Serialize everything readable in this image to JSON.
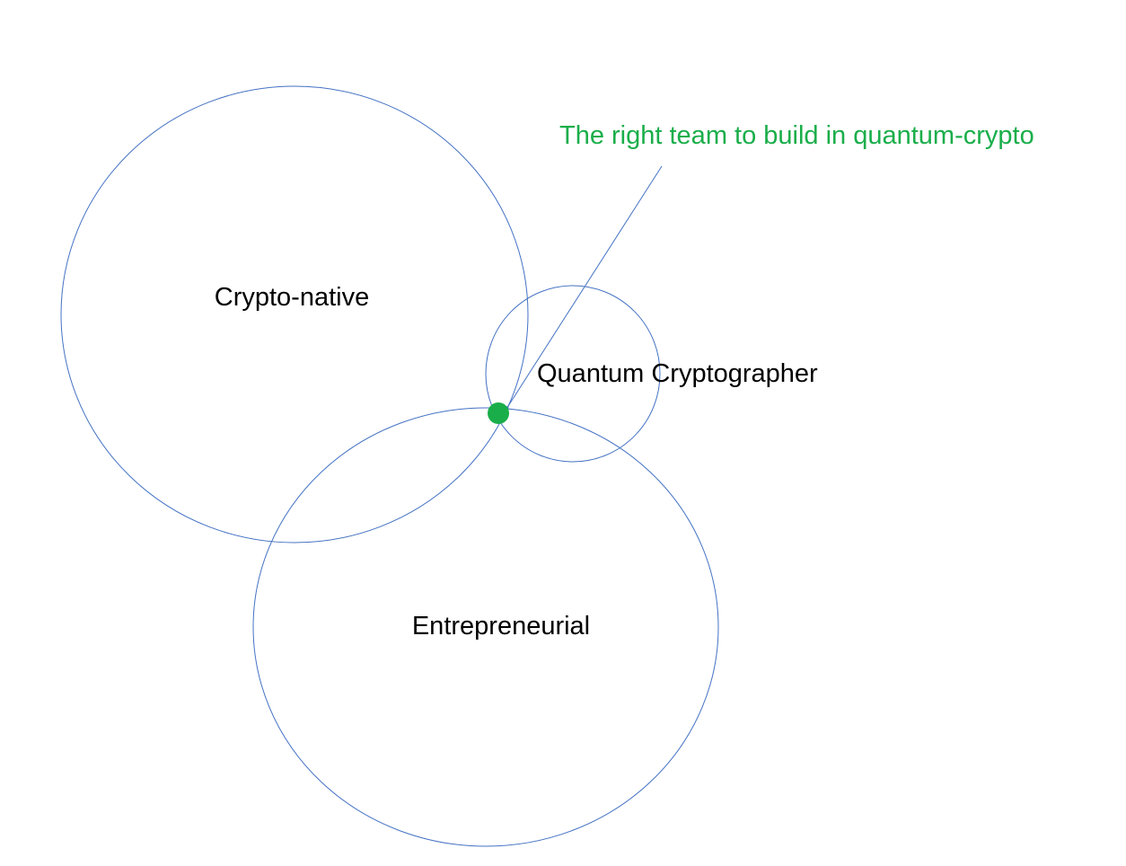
{
  "colors": {
    "circle_stroke": "#4472C4",
    "highlight": "#1AAE4A",
    "label_text": "#000000"
  },
  "circles": [
    {
      "key": "crypto_native",
      "label": "Crypto-native"
    },
    {
      "key": "quantum_cryptographer",
      "label": "Quantum Cryptographer"
    },
    {
      "key": "entrepreneurial",
      "label": "Entrepreneurial"
    }
  ],
  "callout": {
    "text": "The right team to build in quantum-crypto"
  }
}
